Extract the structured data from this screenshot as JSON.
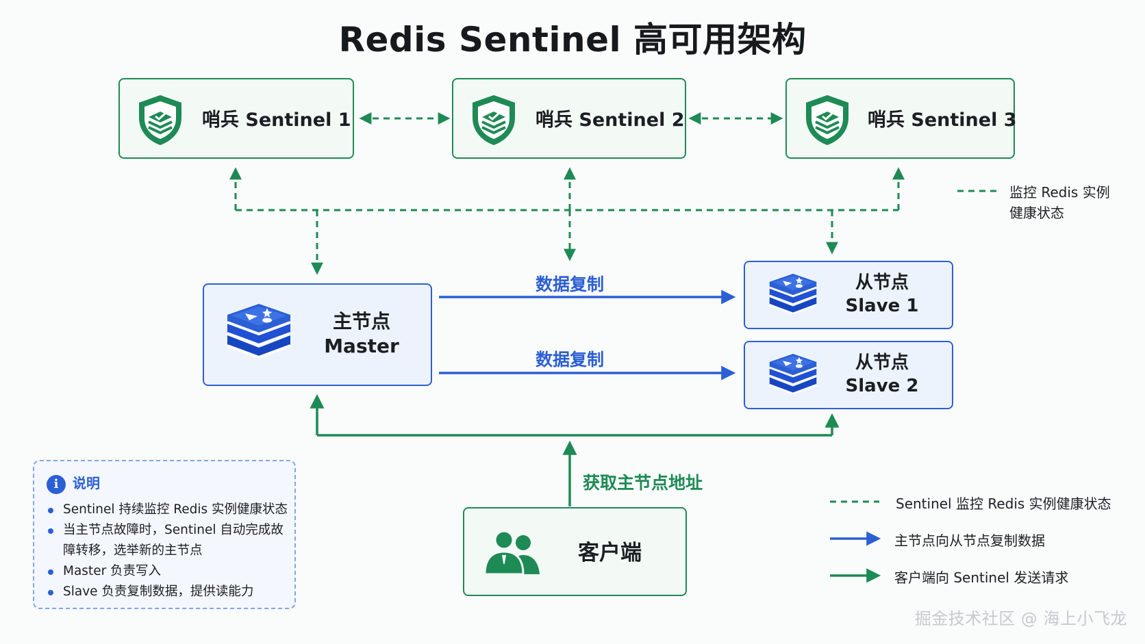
{
  "title": "Redis Sentinel 高可用架构",
  "sentinels": [
    {
      "label": "哨兵 Sentinel 1"
    },
    {
      "label": "哨兵 Sentinel 2"
    },
    {
      "label": "哨兵 Sentinel 3"
    }
  ],
  "monitor_note": {
    "line1": "监控 Redis 实例",
    "line2": "健康状态"
  },
  "master": {
    "line1": "主节点",
    "line2": "Master"
  },
  "slaves": [
    {
      "line1": "从节点",
      "line2": "Slave 1"
    },
    {
      "line1": "从节点",
      "line2": "Slave 2"
    }
  ],
  "replication_label_1": "数据复制",
  "replication_label_2": "数据复制",
  "client": {
    "label": "客户端"
  },
  "client_flow_label": "获取主节点地址",
  "notes": {
    "heading": "说明",
    "items": [
      "Sentinel 持续监控 Redis 实例健康状态",
      "当主节点故障时，Sentinel 自动完成故障转移，选举新的主节点",
      "Master 负责写入",
      "Slave 负责复制数据，提供读能力"
    ]
  },
  "legend": [
    {
      "label": "Sentinel 监控 Redis 实例健康状态",
      "style": "dashed-green"
    },
    {
      "label": "主节点向从节点复制数据",
      "style": "solid-blue"
    },
    {
      "label": "客户端向 Sentinel 发送请求",
      "style": "solid-green"
    }
  ],
  "watermark": "掘金技术社区 @ 海上小飞龙",
  "colors": {
    "sentinel_green": "#1e8a55",
    "redis_blue": "#2f5fd0",
    "flow_blue": "#2b5fd4"
  }
}
